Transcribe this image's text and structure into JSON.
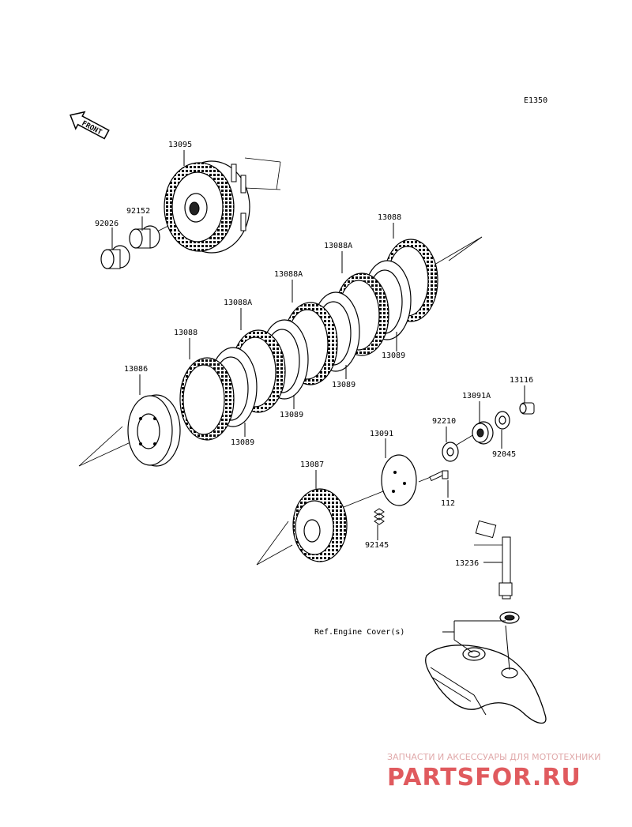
{
  "diagram_code": "E1350",
  "front_arrow_label": "FRONT",
  "labels": {
    "p13095": "13095",
    "p92152": "92152",
    "p92026": "92026",
    "p13088_top": "13088",
    "p13088A_1": "13088A",
    "p13088A_2": "13088A",
    "p13088A_3": "13088A",
    "p13088_left": "13088",
    "p13086": "13086",
    "p13089_1": "13089",
    "p13089_2": "13089",
    "p13089_3": "13089",
    "p13089_4": "13089",
    "p13116": "13116",
    "p13091A": "13091A",
    "p92210": "92210",
    "p92045": "92045",
    "p13091": "13091",
    "p13087": "13087",
    "p112": "112",
    "p92145": "92145",
    "p13236": "13236",
    "ref_engine_cover": "Ref.Engine Cover(s)"
  },
  "watermark": {
    "tagline": "ЗАПЧАСТИ И АКСЕССУАРЫ ДЛЯ МОТОТЕХНИКИ",
    "brand": "PARTSFOR.RU"
  },
  "colors": {
    "line": "#000000",
    "watermark_tagline": "#e0a9aa",
    "watermark_brand": "#e05a5e"
  }
}
